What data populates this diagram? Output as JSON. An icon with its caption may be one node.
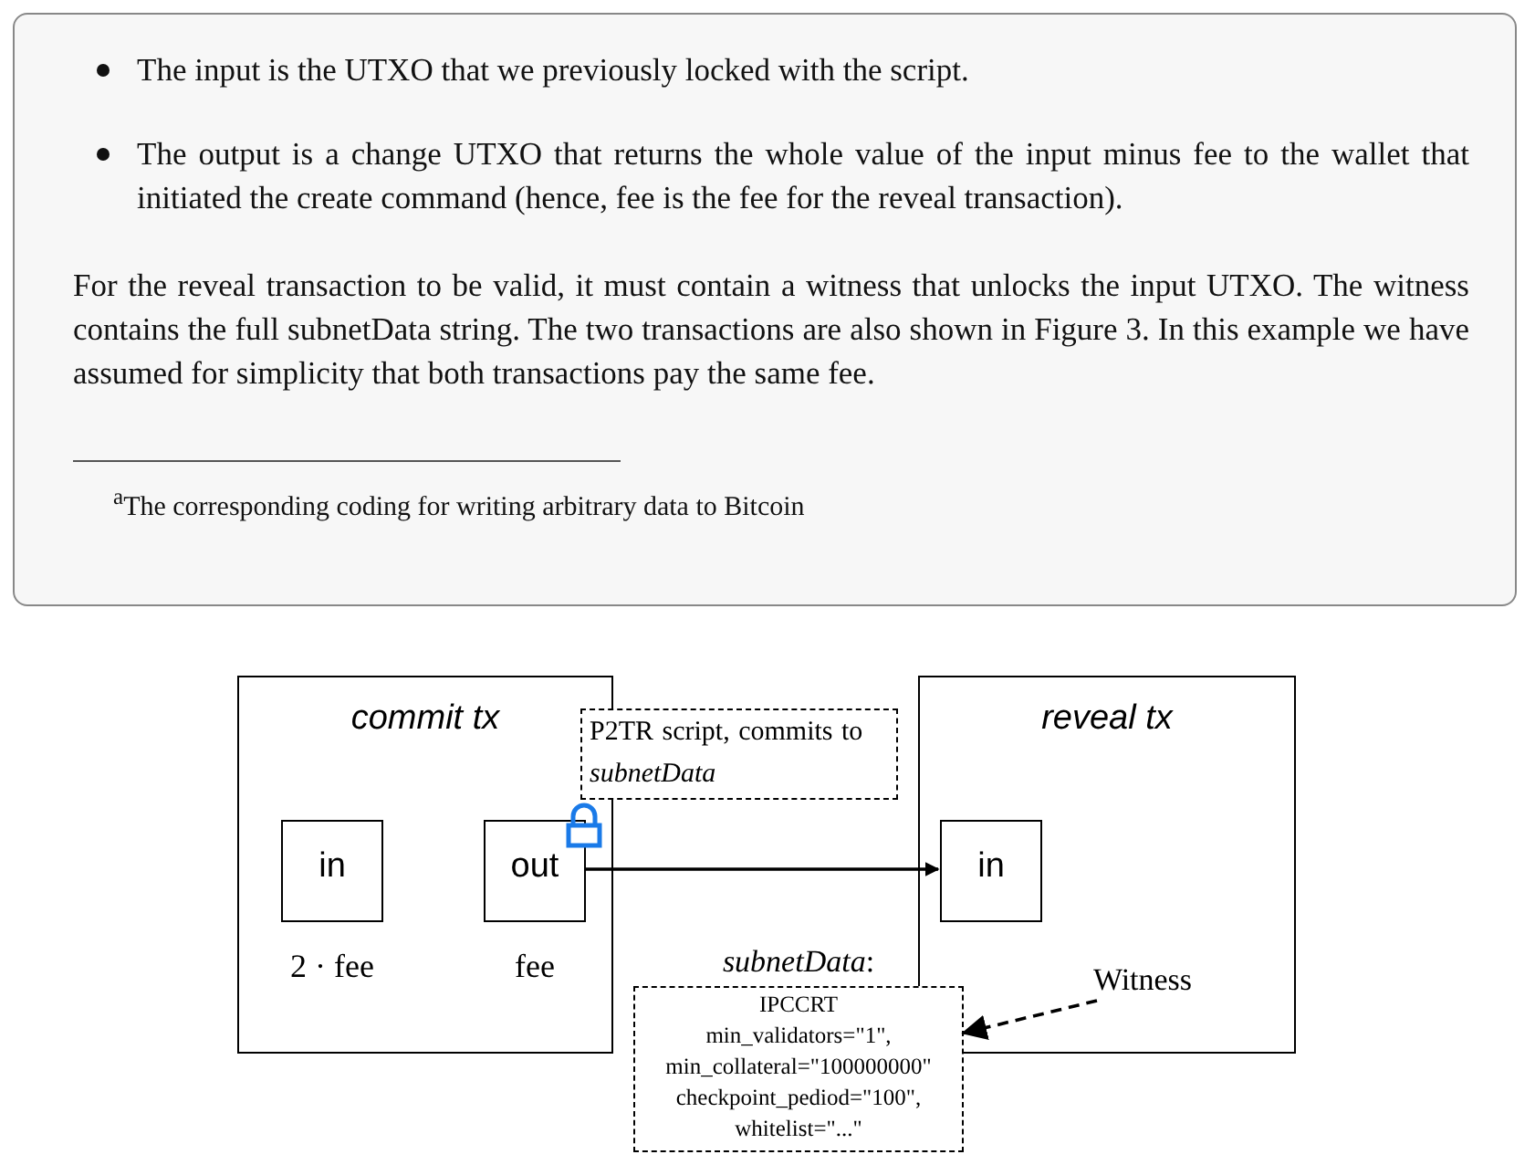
{
  "diagram": {
    "nodes": [
      {
        "text": [
          "commit tx"
        ]
      },
      {
        "text": [
          "in"
        ],
        "in": 0,
        "beside": [
          "2 · fee"
        ]
      },
      {
        "text": [
          "out"
        ],
        "in": 0,
        "beside": [
          "fee"
        ]
      },
      {
        "text": [
          "P2TR script, commits to *subnetData*"
        ]
      },
      {
        "text": [
          "reveal tx"
        ]
      },
      {
        "text": [
          "in"
        ],
        "in": 4
      },
      {
        "text": [
          "Witness"
        ],
        "in": 4
      },
      {
        "text": [
          "*subnetData*:",
          "IPCCRT min_validators=\"1\", min_collateral=\"100000000\" checkpoint_pediod=\"100\", whitelist=\"...\""
        ]
      }
    ],
    "edges": [
      {
        "from": 2,
        "to": 5,
        "arrow": "to"
      },
      {
        "from": 6,
        "to": 7,
        "arrow": "to",
        "style": "dashed"
      }
    ],
    "labels": [
      "The input is the UTXO that we previously locked with the script.",
      "The output is a change UTXO that returns the whole value of the input minus fee to the wallet that initiated the create command (hence, fee is the fee for the reveal transaction).",
      "For the reveal transaction to be valid, it must contain a witness that unlocks the input UTXO. The witness contains the full subnetData string. The two transactions are also shown in Figure 3. In this example we have assumed for simplicity that both transactions pay the same fee.",
      "$^{a}$The corresponding coding for writing arbitrary data to Bitcoin"
    ]
  }
}
